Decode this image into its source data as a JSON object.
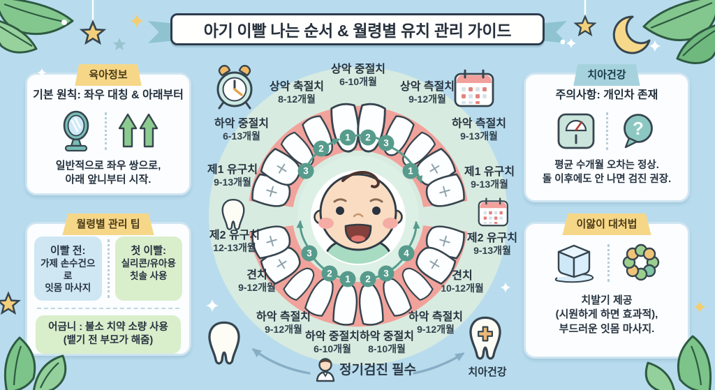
{
  "title": "아기 이빨 나는 순서 & 월령별 유치 관리 가이드",
  "left_top": {
    "tag": "육아정보",
    "heading": "기본 원칙: 좌우 대칭 & 아래부터",
    "lines": [
      "일반적으로 좌우 쌍으로,",
      "아래 앞니부터 시작."
    ]
  },
  "left_bottom": {
    "tag": "월령별 관리 팁",
    "card1": {
      "title": "이빨 전:",
      "lines": [
        "가제 손수건으로",
        "잇몸 마사지"
      ]
    },
    "card2": {
      "title": "첫 이빨:",
      "lines": [
        "실리콘/유아용",
        "칫솔 사용"
      ]
    },
    "card3": {
      "lines": [
        "어금니 : 불소 치약 소량 사용",
        "(뱉기 전 부모가 해줌)"
      ]
    }
  },
  "right_top": {
    "tag": "치아건강",
    "heading": "주의사항: 개인차 존재",
    "lines": [
      "평균 수개월 오차는 정상.",
      "돌 이후에도 안 나면 검진 권장."
    ]
  },
  "right_bottom": {
    "tag": "이앓이 대처법",
    "lines": [
      "치발기 제공",
      "(시원하게 하면 효과적),",
      "부드러운 잇몸 마사지."
    ]
  },
  "diagram": {
    "labels": [
      {
        "position": "top_center",
        "name": "상악 중절치",
        "months": "6-10개월"
      },
      {
        "position": "top_left",
        "name": "상악 축절치",
        "months": "8-12개월"
      },
      {
        "position": "top_right",
        "name": "상악 측절치",
        "months": "9-12개월"
      },
      {
        "position": "mid_left_upper",
        "name": "하악 중절치",
        "months": "6-13개월"
      },
      {
        "position": "mid_right_upper",
        "name": "하악 측절치",
        "months": "9-13개월"
      },
      {
        "position": "left_first_molar",
        "name": "제1 유구치",
        "months": "9-13개월"
      },
      {
        "position": "right_first_molar",
        "name": "제1 유구치",
        "months": "9-13개월"
      },
      {
        "position": "left_second_molar",
        "name": "제2 유구치",
        "months": "12-13개월"
      },
      {
        "position": "right_second_molar",
        "name": "제2 유구치",
        "months": "9-13개월"
      },
      {
        "position": "left_canine",
        "name": "견치",
        "months": "9-12개월"
      },
      {
        "position": "right_canine",
        "name": "견치",
        "months": "10-12개월"
      },
      {
        "position": "bottom_left",
        "name": "하악 측절치",
        "months": "9-12개월"
      },
      {
        "position": "bottom_center_left",
        "name": "하악 중절치",
        "months": "6-10개월"
      },
      {
        "position": "bottom_center_right",
        "name": "하악 중절치",
        "months": "8-10개월"
      },
      {
        "position": "bottom_right",
        "name": "하악 측절치",
        "months": "9-12개월"
      }
    ],
    "sequence": [
      "3",
      "2",
      "1",
      "2",
      "3",
      "1",
      "3",
      "2",
      "1",
      "2",
      "3",
      "4"
    ],
    "checkup_note": "정기검진 필수",
    "tooth_health_label": "치아건강"
  },
  "icons": {
    "question_mark": "?"
  },
  "colors": {
    "background": "#b8dcee",
    "accent_teal": "#579b8c",
    "gum_pink": "#f1a29b",
    "mint_circle": "#d8ebe0",
    "ribbon_yellow": "#f6d788",
    "ribbon_blue": "#a6d2dd",
    "leaf_green": "#83c78e"
  }
}
